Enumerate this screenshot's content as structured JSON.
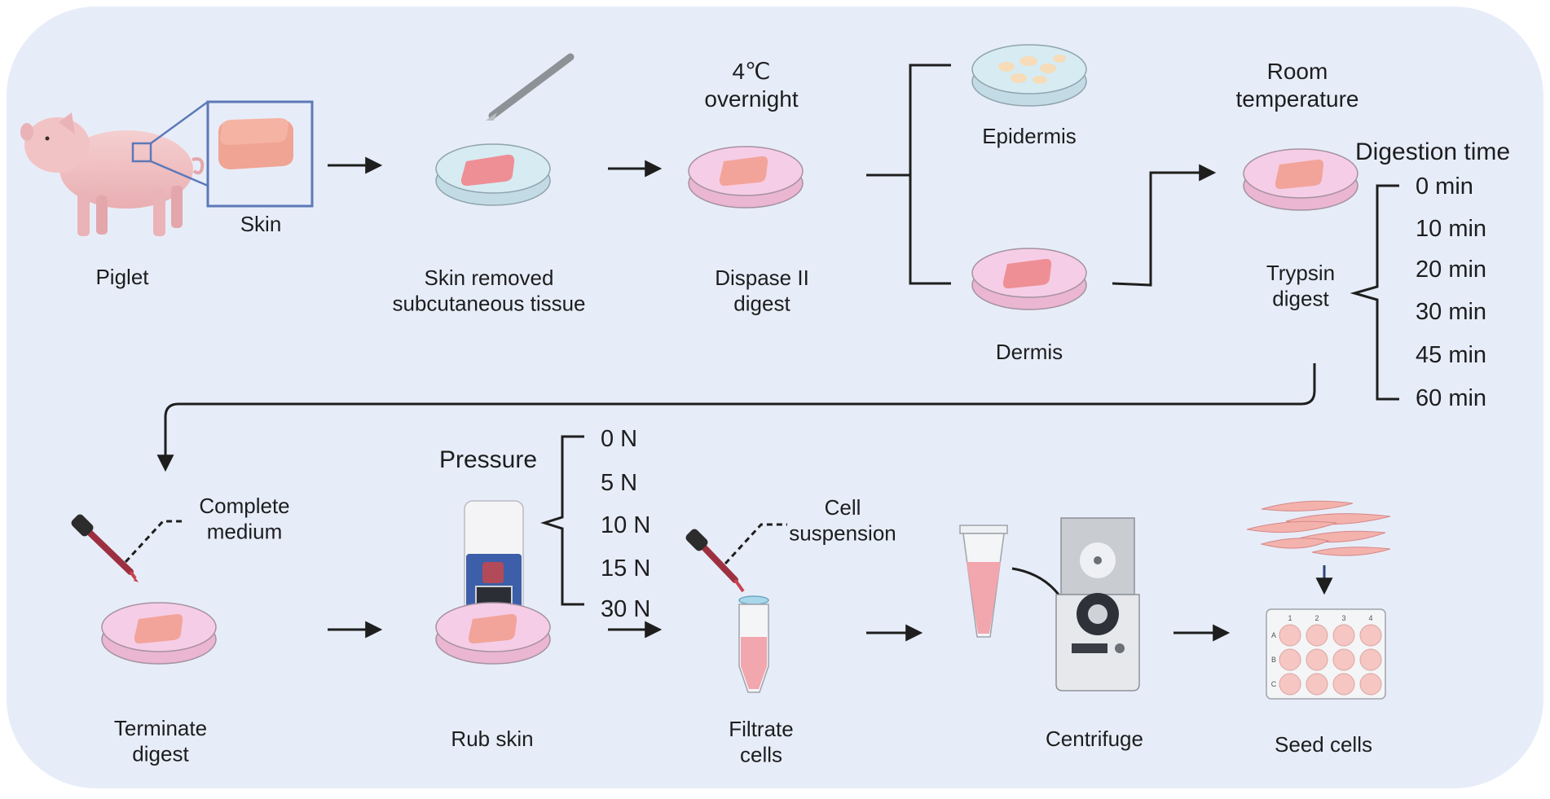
{
  "colors": {
    "panel": "#e7edf8",
    "arrow": "#1e1e1e",
    "skin": "#f2a49a",
    "dish_pink": "#f6cde6",
    "dish_blue": "#d7ebf2",
    "frame": "#5c79b8",
    "tube_liquid": "#f2a6ae",
    "well": "#f6c6c2"
  },
  "icons": [
    "piglet-illustration",
    "skin-square-icon",
    "scalpel-icon",
    "petri-dish-icon",
    "pipette-icon",
    "pressure-meter-icon",
    "filter-tube-icon",
    "microtube-icon",
    "centrifuge-icon",
    "fibroblast-cells-icon",
    "well-plate-icon"
  ],
  "top_row": {
    "piglet": "Piglet",
    "skin": "Skin",
    "skin_removed": "Skin removed\nsubcutaneous tissue",
    "dispase_condition": "4℃\novernight",
    "dispase": "Dispase II\ndigest",
    "epidermis": "Epidermis",
    "dermis": "Dermis",
    "trypsin_condition": "Room\ntemperature",
    "trypsin": "Trypsin\ndigest",
    "digestion_time_title": "Digestion time",
    "digestion_times": [
      "0 min",
      "10 min",
      "20 min",
      "30 min",
      "45 min",
      "60 min"
    ]
  },
  "bottom_row": {
    "complete_medium": "Complete\nmedium",
    "terminate": "Terminate\ndigest",
    "pressure_title": "Pressure",
    "pressures": [
      "0 N",
      "5 N",
      "10 N",
      "15 N",
      "30 N"
    ],
    "rub_skin": "Rub skin",
    "cell_suspension": "Cell\nsuspension",
    "filtrate": "Filtrate\ncells",
    "centrifuge": "Centrifuge",
    "seed_cells": "Seed cells",
    "plate_cols": [
      "1",
      "2",
      "3",
      "4"
    ],
    "plate_rows": [
      "A",
      "B",
      "C"
    ]
  }
}
